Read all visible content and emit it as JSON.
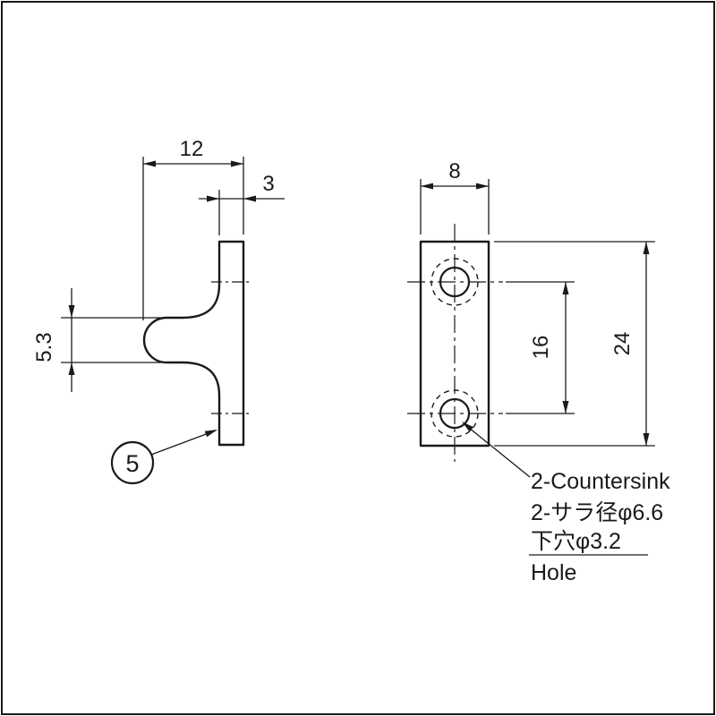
{
  "drawing": {
    "balloon": {
      "number": "5"
    },
    "side_view": {
      "dim_top_width": "12",
      "dim_thickness": "3",
      "dim_lip_height": "5.3"
    },
    "front_view": {
      "dim_width": "8",
      "dim_hole_pitch": "16",
      "dim_height": "24"
    },
    "note": {
      "line1": "2-Countersink",
      "line2": "2-サラ径φ6.6",
      "line3": "下穴φ3.2",
      "line4": "Hole"
    },
    "colors": {
      "line": "#1a1a1a",
      "background": "#ffffff"
    }
  }
}
